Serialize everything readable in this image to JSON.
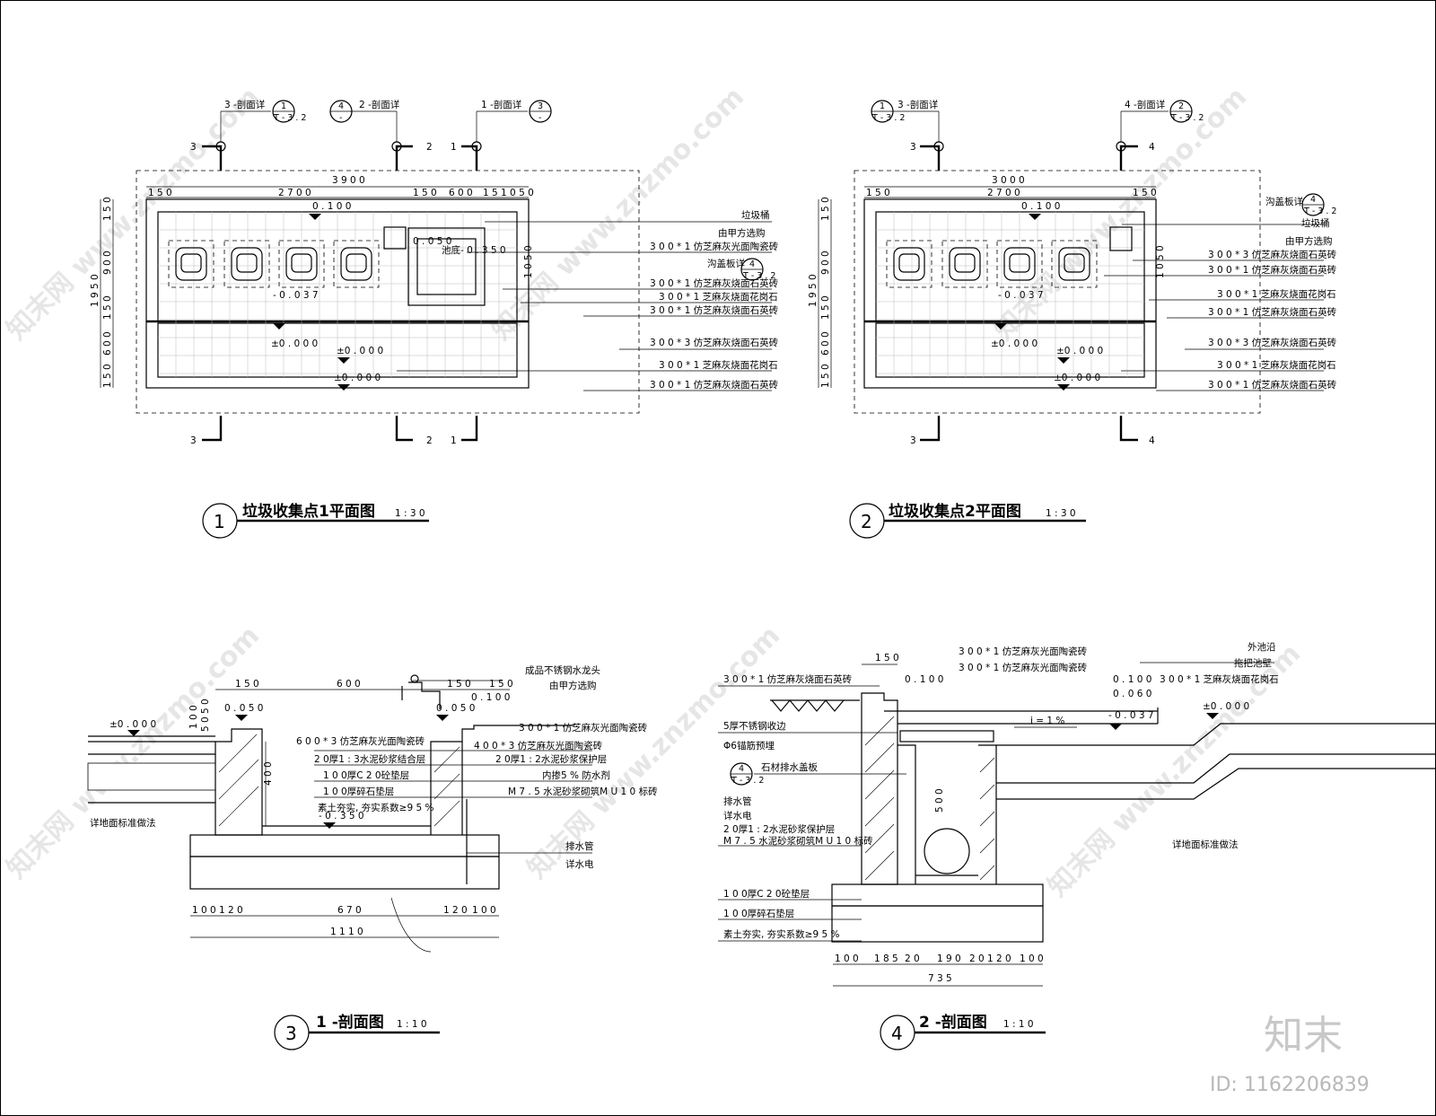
{
  "watermark": {
    "brand": "知末",
    "id_text": "ID: 1162206839",
    "site_text": "知末网 www.znzmo.com"
  },
  "plan1": {
    "title": "垃圾收集点1平面图",
    "scale": "1 : 3 0",
    "number": "1",
    "dims": {
      "total": "3 9 0 0",
      "d150a": "1 5 0",
      "d2700": "2 7 0 0",
      "d150b": "1 5 0",
      "d600": "6 0 0",
      "d15105": "1 5 1 0 5 0",
      "v150a": "1 5 0",
      "v900": "9 0 0",
      "v150b": "1 5 0",
      "v600": "6 0 0",
      "v150c": "1 5 0",
      "v1950": "1 9 5 0",
      "v1050": "1 0 5 0"
    },
    "elev": {
      "e0100": "0 . 1 0 0",
      "e0050": "0 . 0 5 0",
      "pool": "池底- 0 . 3 5 0",
      "e0037": "- 0 . 0 3 7",
      "e000a": "±0 . 0 0 0",
      "e000b": "±0 . 0 0 0",
      "e000c": "±0 . 0 0 0"
    },
    "cuts": {
      "c3": "3",
      "c2": "2",
      "c1": "1"
    },
    "refs": {
      "r3": "3 -剖面详",
      "r3n": "1",
      "r2": "2 -剖面详",
      "r2n": "4",
      "r1": "1 -剖面详",
      "r1n": "3",
      "sheet": "T - 3 . 2",
      "dash": "-"
    },
    "labels": [
      "垃圾桶",
      "由甲方选购",
      "3 0 0 * 1 仿芝麻灰光面陶瓷砖",
      "沟盖板详",
      "3 0 0 * 1 仿芝麻灰烧面石英砖",
      "3 0 0 * 1 芝麻灰烧面花岗石",
      "3 0 0 * 1 仿芝麻灰烧面石英砖",
      "3 0 0 * 3 仿芝麻灰烧面石英砖",
      "3 0 0 * 1 芝麻灰烧面花岗石",
      "3 0 0 * 1 仿芝麻灰烧面石英砖"
    ],
    "detail_ref": "4"
  },
  "plan2": {
    "title": "垃圾收集点2平面图",
    "scale": "1 : 3 0",
    "number": "2",
    "dims": {
      "total": "3 0 0 0",
      "d150a": "1 5 0",
      "d2700": "2 7 0 0",
      "d150b": "1 5 0",
      "v1950": "1 9 5 0",
      "v1050": "1 0 5 0",
      "v150a": "1 5 0",
      "v900": "9 0 0",
      "v150b": "1 5 0",
      "v600": "6 0 0",
      "v150c": "1 5 0"
    },
    "elev": {
      "e0100": "0 . 1 0 0",
      "e0037": "- 0 . 0 3 7",
      "e000a": "±0 . 0 0 0",
      "e000b": "±0 . 0 0 0",
      "e000c": "±0 . 0 0 0"
    },
    "cuts": {
      "c3": "3",
      "c4": "4"
    },
    "refs": {
      "r3": "3 -剖面详",
      "r3n": "1",
      "r4": "4 -剖面详",
      "r4n": "2",
      "sheet": "T - 3 . 2"
    },
    "labels": [
      "沟盖板详",
      "垃圾桶",
      "由甲方选购",
      "3 0 0 * 3 仿芝麻灰烧面石英砖",
      "3 0 0 * 1 仿芝麻灰烧面石英砖",
      "3 0 0 * 1 芝麻灰烧面花岗石",
      "3 0 0 * 1 仿芝麻灰烧面石英砖",
      "3 0 0 * 3 仿芝麻灰烧面石英砖",
      "3 0 0 * 1 芝麻灰烧面花岗石",
      "3 0 0 * 1 仿芝麻灰烧面石英砖"
    ],
    "detail_ref": "4"
  },
  "sec1": {
    "title": "1 -剖面图",
    "scale": "1 : 1 0",
    "number": "3",
    "dims": {
      "d150": "1 5 0",
      "d600": "6 0 0",
      "d150b": "1 5 0",
      "d150c": "1 5 0",
      "h100": "1 0 0",
      "h50": "5 0 5 0",
      "h400": "4 0 0",
      "b100": "1 0 0",
      "b120": "1 2 0",
      "b670": "6 7 0",
      "b120b": "1 2 0",
      "b100b": "1 0 0",
      "b1110": "1 1 1 0"
    },
    "elev": {
      "e000": "±0 . 0 0 0",
      "e0050": "0 . 0 5 0",
      "e0050b": "0 . 0 5 0",
      "e0100": "0 . 1 0 0",
      "e0350": "- 0 . 3 5 0"
    },
    "labels": [
      "成品不锈钢水龙头",
      "由甲方选购",
      "3 0 0 * 1 仿芝麻灰光面陶瓷砖",
      "6 0 0 * 3 仿芝麻灰光面陶瓷砖",
      "4 0 0 * 3 仿芝麻灰光面陶瓷砖",
      "2 0厚1 : 3水泥砂浆结合层",
      "2 0厚1 : 2水泥砂浆保护层",
      "1 0 0厚C 2 0砼垫层",
      "内掺5 % 防水剂",
      "1 0 0厚碎石垫层",
      "M 7 . 5 水泥砂浆砌筑M U 1 0 标砖",
      "素土夯实, 夯实系数≥9 5 %",
      "详地面标准做法",
      "排水管",
      "详水电"
    ]
  },
  "sec2": {
    "title": "2 -剖面图",
    "scale": "1 : 1 0",
    "number": "4",
    "dims": {
      "d150": "1 5 0",
      "h500": "5 0 0",
      "b100": "1 0 0",
      "b185": "1 8 5",
      "b20": "2 0",
      "b190": "1 9 0",
      "b20b": "2 0",
      "b120": "1 2 0",
      "b100b": "1 0 0",
      "b735": "7 3 5"
    },
    "elev": {
      "e0100": "0 . 1 0 0",
      "e0100b": "0 . 1 0 0",
      "e0060": "0 . 0 6 0",
      "e0037": "- 0 . 0 3 7",
      "e000": "±0 . 0 0 0",
      "slope": "i = 1 %"
    },
    "labels": [
      "3 0 0 * 1 仿芝麻灰烧面石英砖",
      "3 0 0 * 1 仿芝麻灰光面陶瓷砖",
      "3 0 0 * 1 仿芝麻灰光面陶瓷砖",
      "外池沿",
      "拖把池壁",
      "3 0 0 * 1 芝麻灰烧面花岗石",
      "5厚不锈钢收边",
      "Φ6锚筋预埋",
      "石材排水盖板",
      "排水管",
      "详水电",
      "2 0厚1 : 2水泥砂浆保护层",
      "M 7 . 5 水泥砂浆砌筑M U 1 0 标砖",
      "1 0 0厚C 2 0砼垫层",
      "1 0 0厚碎石垫层",
      "素土夯实, 夯实系数≥9 5 %",
      "详地面标准做法"
    ],
    "ref_num": "4",
    "ref_sheet": "T - 3 . 2"
  }
}
